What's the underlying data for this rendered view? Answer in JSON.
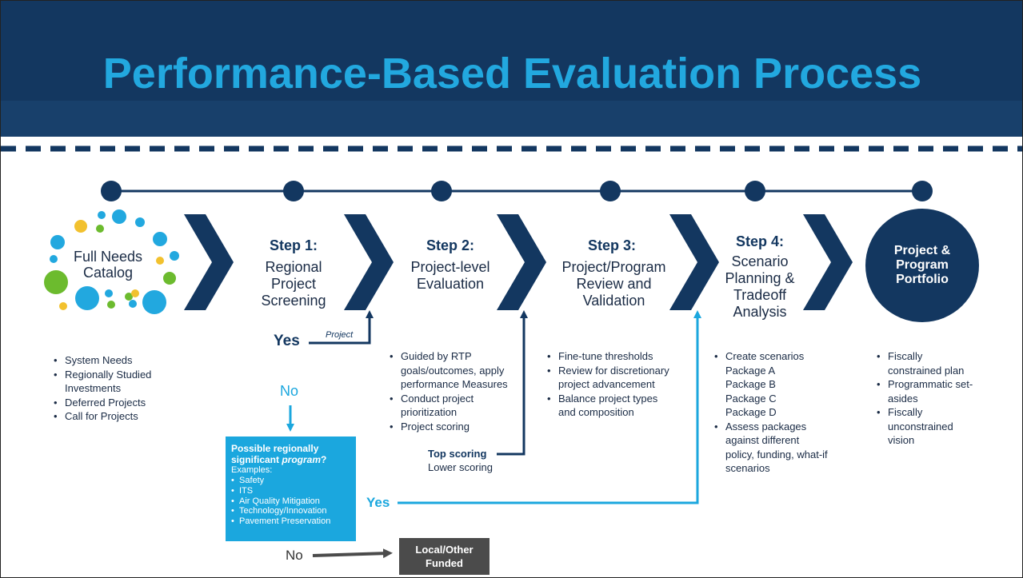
{
  "title": "Performance-Based Evaluation Process",
  "colors": {
    "navy": "#133760",
    "cyan": "#1ba7de",
    "gray": "#4b4b4b"
  },
  "catalog": {
    "label_line1": "Full Needs",
    "label_line2": "Catalog",
    "bullets": [
      "System Needs",
      "Regionally Studied Investments",
      "Deferred Projects",
      "Call for Projects"
    ]
  },
  "steps": [
    {
      "title": "Step 1:",
      "lines": [
        "Regional",
        "Project",
        "Screening"
      ]
    },
    {
      "title": "Step 2:",
      "lines": [
        "Project-level",
        "Evaluation"
      ]
    },
    {
      "title": "Step 3:",
      "lines": [
        "Project/Program",
        "Review and",
        "Validation"
      ]
    },
    {
      "title": "Step 4:",
      "lines": [
        "Scenario",
        "Planning &",
        "Tradeoff",
        "Analysis"
      ]
    }
  ],
  "portfolio": {
    "lines": [
      "Project &",
      "Program",
      "Portfolio"
    ]
  },
  "step2_bullets": [
    "Guided by RTP goals/outcomes, apply performance Measures",
    "Conduct project prioritization",
    "Project scoring"
  ],
  "step2_scoring": {
    "top": "Top scoring",
    "lower": "Lower scoring"
  },
  "step3_bullets": [
    "Fine-tune thresholds",
    "Review for discretionary project advancement",
    "Balance project types and composition"
  ],
  "step4_bullets": {
    "create": "Create scenarios",
    "packages": [
      "Package A",
      "Package B",
      "Package C",
      "Package D"
    ],
    "assess": "Assess packages against different policy, funding, what-if scenarios"
  },
  "portfolio_bullets": [
    "Fiscally constrained plan",
    "Programmatic set-asides",
    "Fiscally unconstrained vision"
  ],
  "flow": {
    "yes": "Yes",
    "project": "Project",
    "no": "No",
    "yes2": "Yes",
    "no2": "No"
  },
  "program_box": {
    "heading_part1": "Possible regionally significant ",
    "heading_em": "program",
    "heading_end": "?",
    "examples_label": "Examples:",
    "examples": [
      "Safety",
      "ITS",
      "Air Quality Mitigation",
      "Technology/Innovation",
      "Pavement Preservation"
    ]
  },
  "local_box": {
    "line1": "Local/Other",
    "line2": "Funded"
  }
}
